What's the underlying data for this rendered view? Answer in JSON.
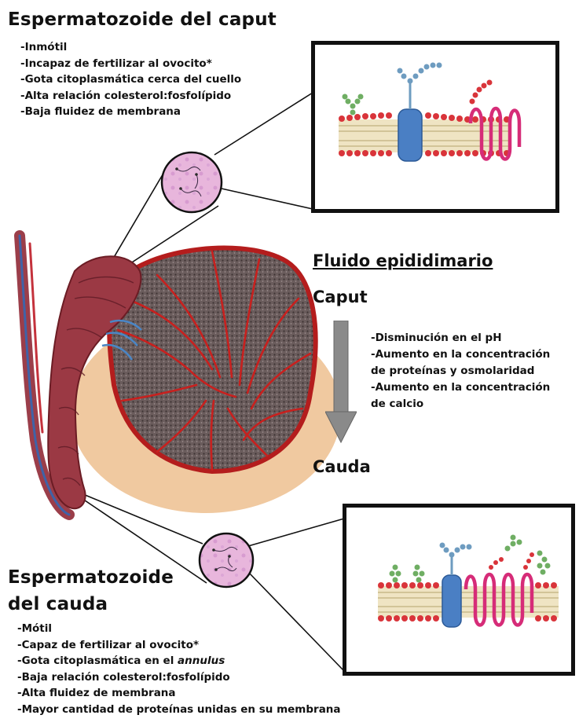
{
  "caput_sperm": {
    "title": "Espermatozoide del caput",
    "traits": [
      "-Inmótil",
      "-Incapaz de fertilizar al ovocito*",
      "-Gota citoplasmática cerca del cuello",
      "-Alta relación colesterol:fosfolípido",
      "-Baja fluidez de membrana"
    ]
  },
  "fluid": {
    "title": "Fluido epididimario",
    "start_label": "Caput",
    "end_label": "Cauda",
    "changes": [
      "-Disminución en el pH",
      "-Aumento en la concentración",
      "de proteínas y osmolaridad",
      "-Aumento en la concentración",
      "de calcio"
    ]
  },
  "cauda_sperm": {
    "title_line1": "Espermatozoide",
    "title_line2": "del cauda",
    "traits": [
      "-Mótil",
      "-Capaz de fertilizar al ovocito*",
      "-Gota citoplasmática en el ",
      "-Baja relación colesterol:fosfolípido",
      "-Alta fluidez de membrana",
      "-Mayor cantidad de proteínas unidas en su membrana"
    ],
    "annulus_word": "annulus"
  },
  "colors": {
    "membrane_head": "#d9343a",
    "tail": "#c9b98a",
    "channel": "#4a7fc4",
    "glycoprotein": "#d62c78",
    "glycan_green": "#6fae63",
    "glycan_blue": "#6e9cc0",
    "tissue": "#8a2a2a",
    "lobule": "#5a5050",
    "arrow": "#8a8a8a"
  }
}
